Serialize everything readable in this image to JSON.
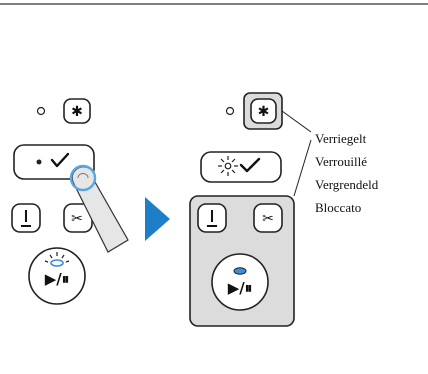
{
  "lock_labels": {
    "de": "Verriegelt",
    "fr": "Verrouillé",
    "nl": "Vergrendeld",
    "it": "Bloccato"
  },
  "icons": {
    "bluetooth": "bluetooth-icon",
    "confirm": "checkmark-icon",
    "needle": "needle-icon",
    "cutter": "thread-cutter-icon",
    "play_pause": "start-stop-icon",
    "arrow": "right-arrow-icon",
    "hand": "finger-press-icon"
  },
  "colors": {
    "outline": "#1a1a1a",
    "arrow": "#1e7fc8",
    "led_blue": "#3a8fd8",
    "finger_fill": "#e6e6e6",
    "finger_ring": "#5aa6e0",
    "highlight_panel": "#dcdcdc"
  }
}
